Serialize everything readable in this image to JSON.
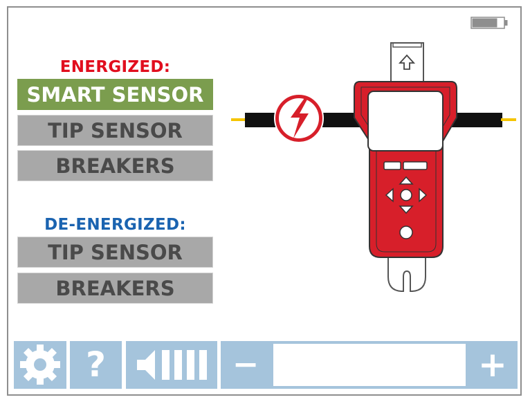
{
  "energized": {
    "title": "ENERGIZED:",
    "title_color": "#e10e1e",
    "buttons": [
      {
        "label": "SMART SENSOR",
        "active": true
      },
      {
        "label": "TIP SENSOR",
        "active": false
      },
      {
        "label": "BREAKERS",
        "active": false
      }
    ]
  },
  "deenergized": {
    "title": "DE-ENERGIZED:",
    "title_color": "#1a63b0",
    "buttons": [
      {
        "label": "TIP SENSOR",
        "active": false
      },
      {
        "label": "BREAKERS",
        "active": false
      }
    ]
  },
  "status": {
    "battery_icon": "battery-icon",
    "battery_level": 0.8
  },
  "illustration": {
    "device_color": "#d71f2a",
    "hazard_icon": "lightning-bolt-icon",
    "cable_color": "#111111",
    "conductor_color": "#f5c400"
  },
  "toolbar": {
    "settings_icon": "gear-icon",
    "help_label": "?",
    "volume_icon": "speaker-icon",
    "volume_level_bars": 4,
    "minus_label": "−",
    "plus_label": "+",
    "button_color": "#a5c4dc"
  },
  "colors": {
    "active_button": "#7b9d4e",
    "inactive_button": "#a8a8a8",
    "frame": "#8e8e8e"
  }
}
